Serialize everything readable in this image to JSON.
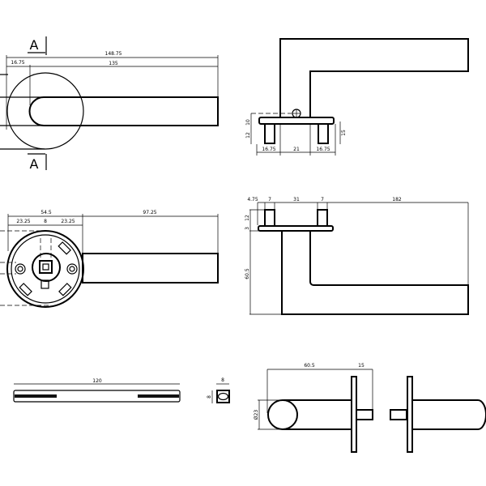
{
  "section_marker": "A",
  "front_view": {
    "overall": "148.75",
    "rose_offset": "16.75",
    "lever_length": "135"
  },
  "top_view": {
    "d10": "10",
    "d12": "12",
    "d15": "15",
    "left": "16.75",
    "center": "21",
    "right": "16.75"
  },
  "rose_view": {
    "rose_width": "54.5",
    "lever_length": "97.25",
    "left": "23.25",
    "center": "8",
    "right": "23.25"
  },
  "side_view": {
    "d475": "4.75",
    "pin1": "7",
    "between": "31",
    "pin2": "7",
    "length": "182",
    "pin_height": "12",
    "plate": "3",
    "height": "60.5"
  },
  "spindle": {
    "length": "120",
    "width": "8",
    "height": "8"
  },
  "end_view": {
    "depth": "60.5",
    "spindle": "15",
    "diameter": "Ø23"
  }
}
